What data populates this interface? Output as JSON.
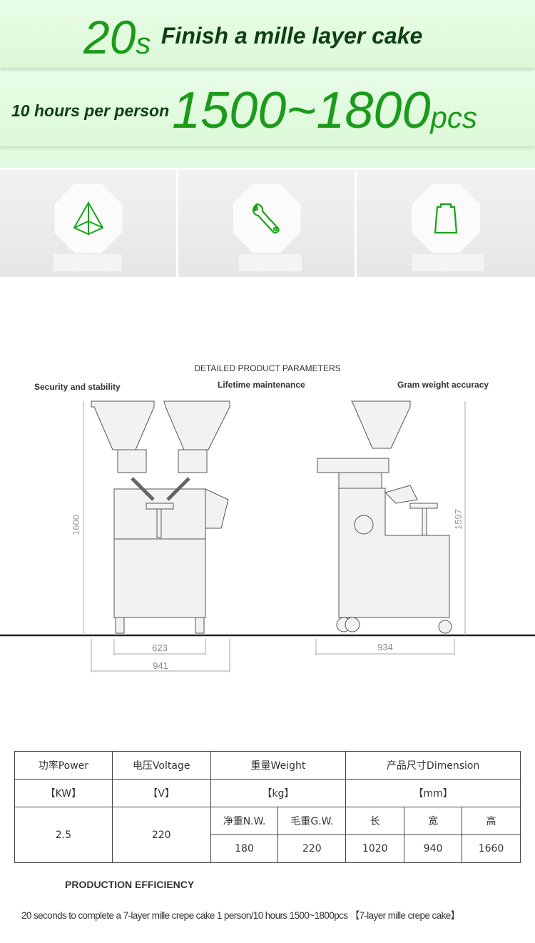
{
  "banner": {
    "line1_big": "20",
    "line1_unit": "s",
    "line1_text": "Finish a mille layer cake",
    "line2_text": "10 hours per person",
    "line2_big": "1500~1800",
    "line2_unit": "pcs"
  },
  "features": [
    {
      "icon": "pyramid-icon"
    },
    {
      "icon": "wrench-icon"
    },
    {
      "icon": "weight-icon"
    }
  ],
  "diagram": {
    "title": "DETAILED PRODUCT PARAMETERS",
    "label_left": "Security and stability",
    "label_center": "Lifetime maintenance",
    "label_right": "Gram weight accuracy",
    "front_height": "1600",
    "front_inner_width": "623",
    "front_width": "941",
    "side_height": "1597",
    "side_width": "934"
  },
  "table": {
    "headers": [
      "功率Power",
      "电压Voltage",
      "重量Weight",
      "产品尺寸Dimension"
    ],
    "units": [
      "【KW】",
      "【V】",
      "【kg】",
      "【mm】"
    ],
    "sub_headers": [
      "净重N.W.",
      "毛重G.W.",
      "长",
      "宽",
      "高"
    ],
    "power": "2.5",
    "voltage": "220",
    "values": [
      "180",
      "220",
      "1020",
      "940",
      "1660"
    ]
  },
  "efficiency": {
    "title": "PRODUCTION EFFICIENCY",
    "text": "20 seconds to complete a 7-layer mille crepe cake 1 person/10 hours 1500~1800pcs 【7-layer mille crepe cake】"
  }
}
